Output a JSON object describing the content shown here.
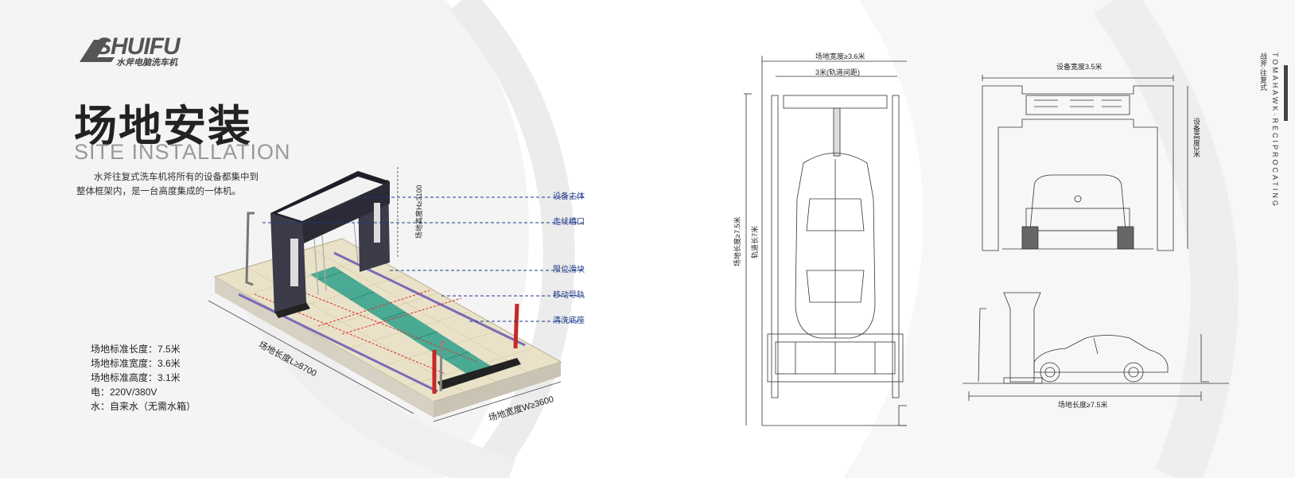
{
  "brand": {
    "name": "SHUIFU",
    "tagline": "水斧电脑洗车机"
  },
  "title_cn": "场地安装",
  "title_en": "SITE INSTALLATION",
  "intro": [
    "水斧往复式洗车机将所有的设备都集中到",
    "整体框架内，是一台高度集成的一体机。"
  ],
  "callouts": [
    "设备主体",
    "走线槽口",
    "限位滑块",
    "移动导轨",
    "清洗底座"
  ],
  "specs": [
    "场地标准长度：7.5米",
    "场地标准宽度：3.6米",
    "场地标准高度：3.1米",
    "电：220V/380V",
    "水：自来水（无需水箱）"
  ],
  "iso_dims": [
    "场地长度L≥8700",
    "场地宽度W≥3600",
    "场地高度H≥3100"
  ],
  "top_view": {
    "width": "场地宽度≥3.6米",
    "rail_gap": "3米(轨道间距)",
    "site_length": "场地长度≥7.5米",
    "rail_length": "轨道长7米"
  },
  "front_view": {
    "equip_width": "设备宽度3.5米",
    "equip_height": "设备高度3米"
  },
  "side_view": {
    "site_length": "场地长度≥7.5米"
  },
  "side_label": {
    "en": "TOMAHAWK·RECIPROCATING",
    "cn": "战斧·往复式"
  },
  "colors": {
    "rail_blue": "#7a6ab8",
    "red_dim": "#d63030",
    "callout_blue": "#1e3a8a",
    "brush_green": "#2fa08a"
  }
}
